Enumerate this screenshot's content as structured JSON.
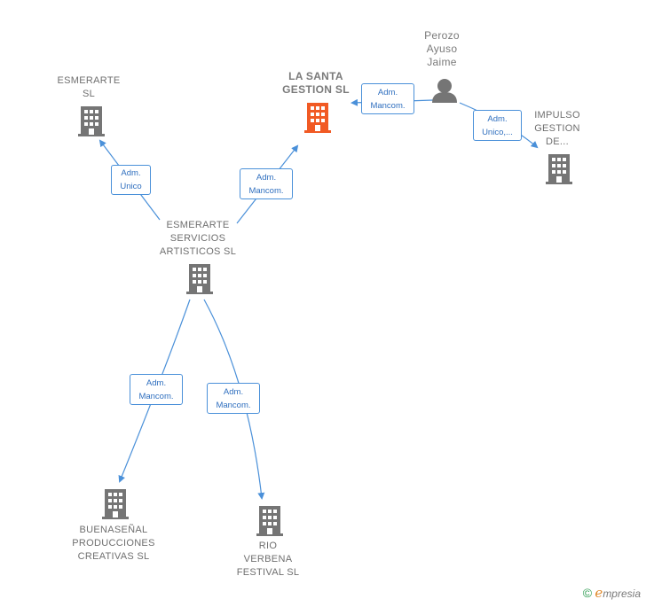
{
  "nodes": {
    "esmerarte_sl": "ESMERARTE\nSL",
    "la_santa": "LA SANTA\nGESTION  SL",
    "perozo": "Perozo\nAyuso\nJaime",
    "impulso": "IMPULSO\nGESTION\nDE...",
    "esmerarte_servicios": "ESMERARTE\nSERVICIOS\nARTISTICOS SL",
    "buenasenal": "BUENASEÑAL\nPRODUCCIONES\nCREATIVAS  SL",
    "rio_verbena": "RIO\nVERBENA\nFESTIVAL  SL"
  },
  "edges": {
    "adm_unico": "Adm.\nUnico",
    "adm_mancom_lasanta": "Adm.\nMancom.",
    "adm_mancom_perozo": "Adm.\nMancom.",
    "adm_unico_impulso": "Adm.\nUnico,...",
    "adm_mancom_buenasenal": "Adm.\nMancom.",
    "adm_mancom_rio": "Adm.\nMancom."
  },
  "colors": {
    "company": "#757575",
    "focus": "#f15a24",
    "edge": "#4a90d9",
    "edge_text": "#2f6fbf"
  },
  "icons": {
    "company": "building-icon",
    "person": "person-icon"
  },
  "brand": {
    "copyright": "©",
    "e": "e",
    "rest": "mpresia"
  }
}
